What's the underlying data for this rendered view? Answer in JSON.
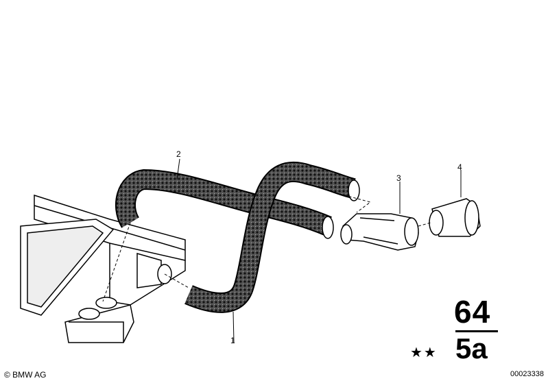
{
  "callouts": {
    "c1": "1",
    "c2": "2",
    "c3": "3",
    "c4": "4"
  },
  "section": {
    "main": "64",
    "sub": "5a",
    "stars": "★★"
  },
  "footer": {
    "copyright": "© BMW AG",
    "doc_number": "00023338"
  }
}
